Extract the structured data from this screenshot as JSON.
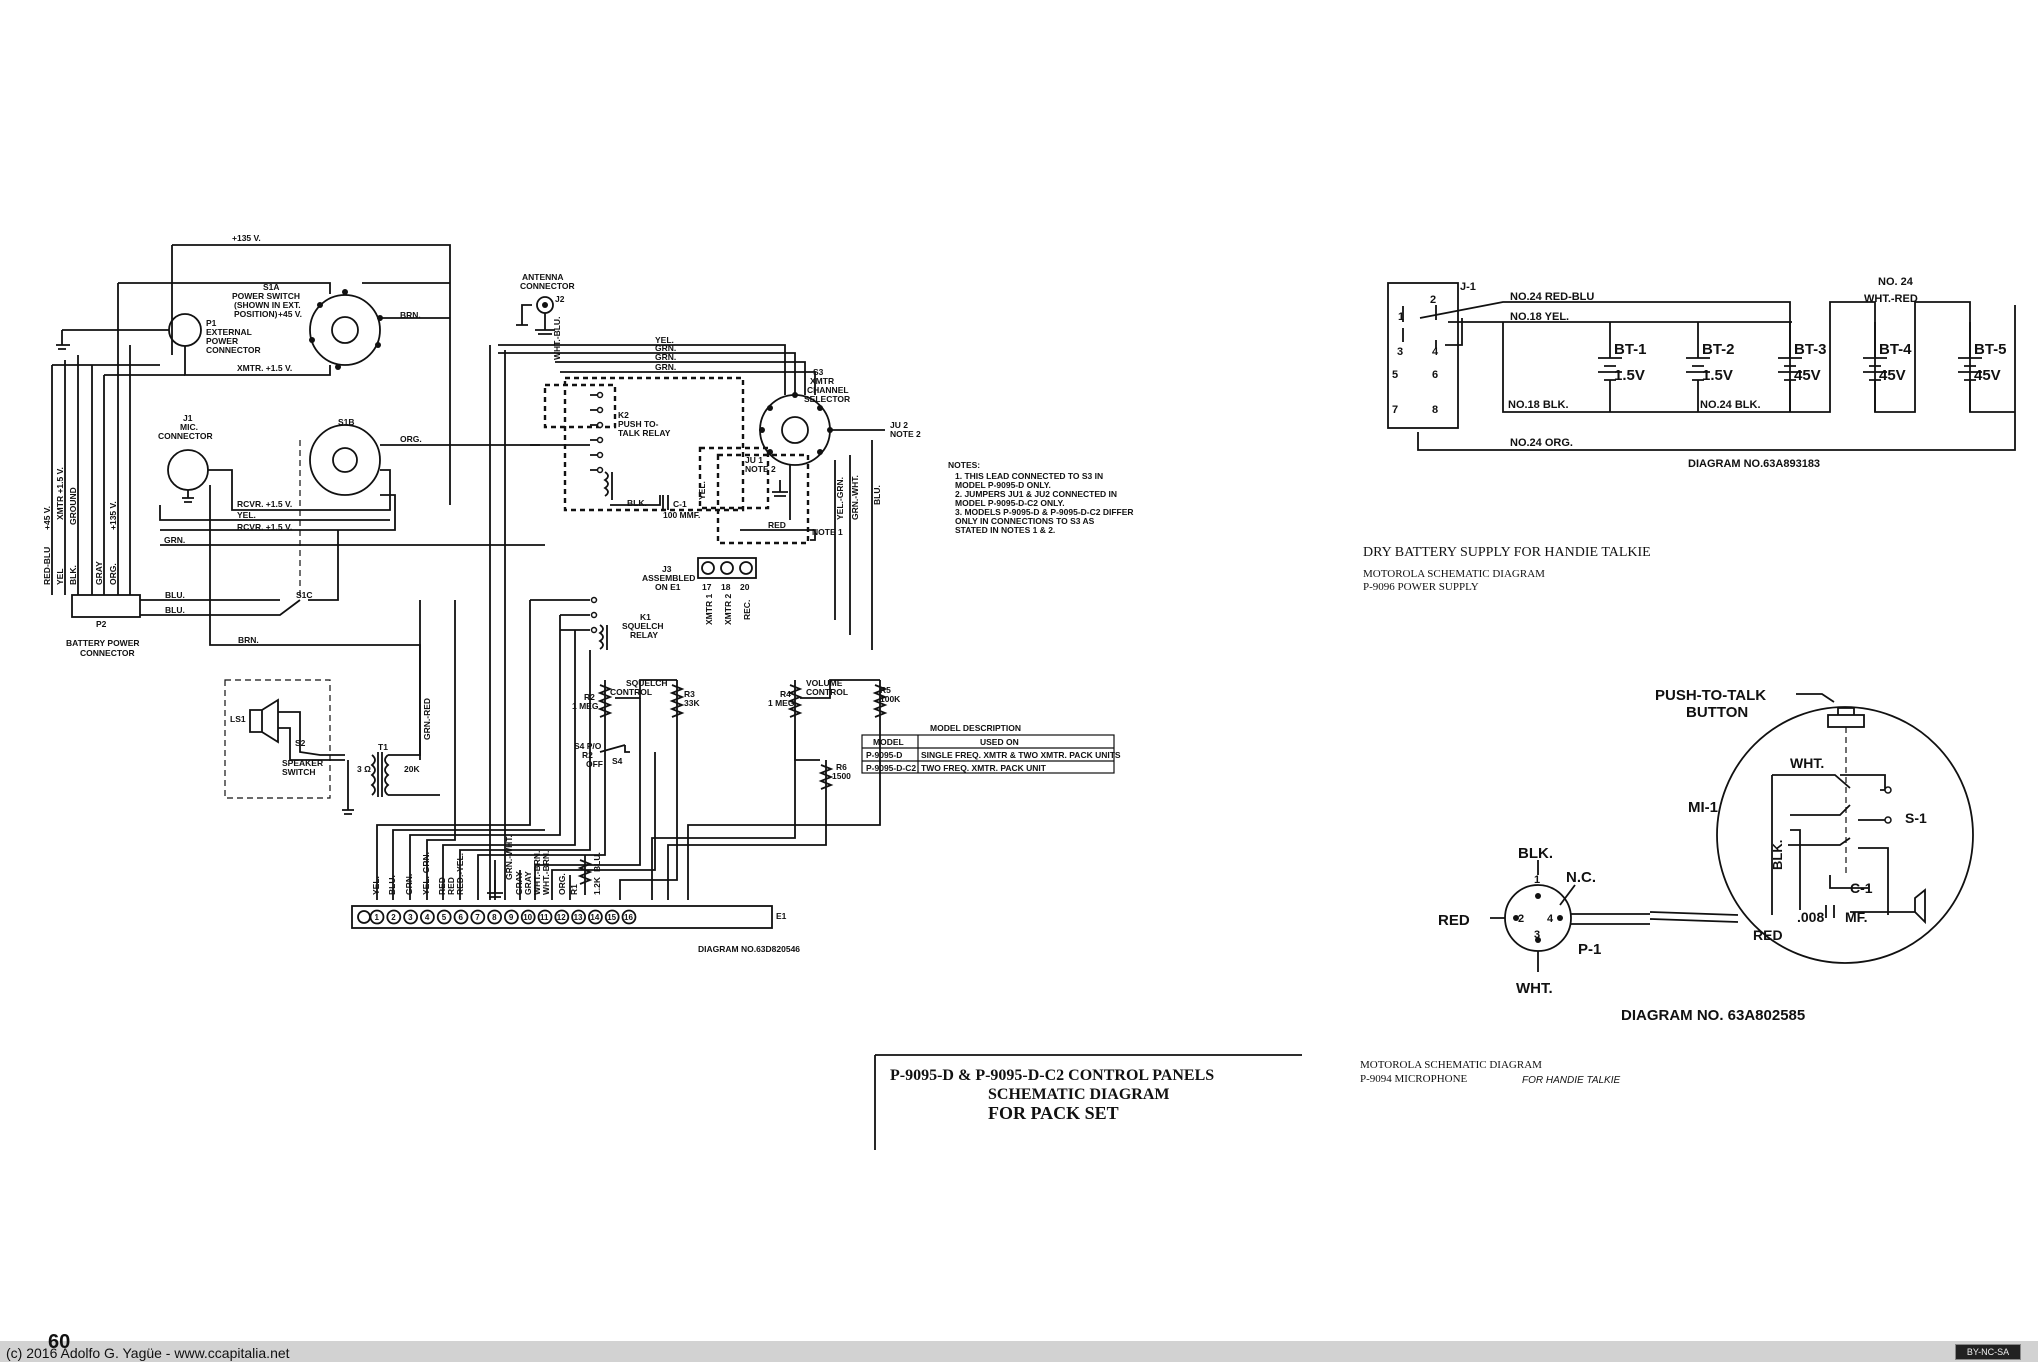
{
  "control_panel": {
    "title_line1": "P-9095-D & P-9095-D-C2 CONTROL PANELS",
    "title_line2": "SCHEMATIC DIAGRAM",
    "title_line3": "FOR PACK SET",
    "diagram_no": "DIAGRAM NO.63D820546",
    "labels": {
      "plus135": "+135 V.",
      "s1a_1": "S1A",
      "s1a_2": "POWER SWITCH",
      "s1a_3": "(SHOWN IN EXT.",
      "s1a_4": "POSITION)",
      "s1a_45": "+45 V.",
      "p1_1": "P1",
      "p1_2": "EXTERNAL",
      "p1_3": "POWER",
      "p1_4": "CONNECTOR",
      "xmtr15": "XMTR. +1.5 V.",
      "brn": "BRN.",
      "j1_1": "J1",
      "j1_2": "MIC.",
      "j1_3": "CONNECTOR",
      "s1b": "S1B",
      "org": "ORG.",
      "rcvr1": "RCVR. +1.5 V.",
      "yel": "YEL.",
      "rcvr2": "RCVR. +1.5 V.",
      "grn": "GRN.",
      "vert_redblu": "RED-BLU",
      "vert_45": "+45 V.",
      "vert_yel": "YEL",
      "vert_xmtr": "XMTR +1.5 V.",
      "vert_blk": "BLK.",
      "vert_ground": "GROUND",
      "vert_gray": "GRAY",
      "vert_org": "ORG.",
      "vert_135": "+135 V.",
      "blu1": "BLU.",
      "blu2": "BLU.",
      "s1c": "S1C",
      "p2_1": "P2",
      "p2_2": "BATTERY POWER",
      "p2_3": "CONNECTOR",
      "brn2": "BRN.",
      "ls1": "LS1",
      "s2": "S2",
      "speaker_1": "SPEAKER",
      "speaker_2": "SWITCH",
      "t1": "T1",
      "ohm3": "3 Ω",
      "k20": "20K",
      "grn_red": "GRN.-RED",
      "ant_1": "ANTENNA",
      "ant_2": "CONNECTOR",
      "j2": "J2",
      "wht_blu": "WHT.-BLU.",
      "yel2": "YEL.",
      "grn2": "GRN.",
      "grn3": "GRN.",
      "grn4": "GRN.",
      "k2_1": "K2",
      "k2_2": "PUSH TO-",
      "k2_3": "TALK RELAY",
      "blk2": "BLK.",
      "c1": "C-1",
      "c1v": "100 MMF.",
      "s3_1": "S3",
      "s3_2": "XMTR",
      "s3_3": "CHANNEL",
      "s3_4": "SELECTOR",
      "ju2_1": "JU 2",
      "ju2_2": "NOTE 2",
      "ju1_1": "JU 1",
      "ju1_2": "NOTE 2",
      "yel3": "YEL.",
      "yel_grn": "YEL.-GRN.",
      "grn_wht": "GRN.-WHT.",
      "blu3": "BLU.",
      "red": "RED",
      "note1": "NOTE 1",
      "j3_1": "J3",
      "j3_2": "ASSEMBLED",
      "j3_3": "ON E1",
      "pin17": "17",
      "pin18": "18",
      "pin20": "20",
      "xmtr1": "XMTR 1",
      "xmtr2": "XMTR 2",
      "rec": "REC.",
      "k1_1": "K1",
      "k1_2": "SQUELCH",
      "k1_3": "RELAY",
      "sq_1": "SQUELCH",
      "sq_2": "CONTROL",
      "r2": "R2",
      "r2v": "1 MEG",
      "r3": "R3",
      "r3v": "33K",
      "s4po": "S4 P/O",
      "s4": "S4",
      "r2off": "R2",
      "off": "OFF",
      "vol_1": "VOLUME",
      "vol_2": "CONTROL",
      "r4": "R4",
      "r4v": "1 MEG",
      "r5": "R5",
      "r5v": "100K",
      "r6": "R6",
      "r6v": "1500",
      "e1": "E1",
      "r1": "R1",
      "r1v": "1.2K",
      "blu4": "BLU.",
      "t_yel": "YEL.",
      "t_blu": "BLU.",
      "t_grn": "GRN.",
      "t_yelgrn": "YEL.-GRN.",
      "t_red": "RED",
      "t_red2": "RED",
      "t_redyel": "RED.-YEL.",
      "t_grnwht": "GRN.-WHT.",
      "t_gray": "GRAY",
      "t_gray2": "GRAY",
      "t_whtbrn": "WHT.-BRN.",
      "t_whtbrn2": "WHT.-BRN.",
      "t_org": "ORG."
    },
    "terminals": [
      "1",
      "2",
      "3",
      "4",
      "5",
      "6",
      "7",
      "8",
      "9",
      "10",
      "11",
      "12",
      "13",
      "14",
      "15",
      "16"
    ],
    "notes_title": "NOTES:",
    "notes": [
      "1.   THIS LEAD CONNECTED TO S3 IN",
      "      MODEL P-9095-D ONLY.",
      "2.   JUMPERS JU1 & JU2 CONNECTED IN",
      "      MODEL P-9095-D-C2 ONLY.",
      "3.   MODELS P-9095-D & P-9095-D-C2 DIFFER",
      "      ONLY IN CONNECTIONS TO S3 AS",
      "      STATED IN NOTES 1 & 2."
    ],
    "model_table": {
      "title": "MODEL DESCRIPTION",
      "headers": [
        "MODEL",
        "USED ON"
      ],
      "rows": [
        [
          "P-9095-D",
          "SINGLE FREQ. XMTR & TWO XMTR. PACK UNITS"
        ],
        [
          "P-9095-D-C2",
          "TWO FREQ. XMTR. PACK UNIT"
        ]
      ]
    }
  },
  "battery_supply": {
    "j1": "J-1",
    "pins": [
      "1",
      "2",
      "3",
      "4",
      "5",
      "6",
      "7",
      "8"
    ],
    "wires": {
      "red_blu": "NO.24 RED-BLU",
      "yel": "NO.18 YEL.",
      "blk": "NO.18 BLK.",
      "blk24": "NO.24 BLK.",
      "org": "NO.24 ORG.",
      "wht_red_1": "NO. 24",
      "wht_red_2": "WHT.-RED"
    },
    "batteries": [
      {
        "name": "BT-1",
        "voltage": "1.5V"
      },
      {
        "name": "BT-2",
        "voltage": "1.5V"
      },
      {
        "name": "BT-3",
        "voltage": "45V"
      },
      {
        "name": "BT-4",
        "voltage": "45V"
      },
      {
        "name": "BT-5",
        "voltage": "45V"
      }
    ],
    "diagram_no": "DIAGRAM NO.63A893183",
    "title": "DRY BATTERY SUPPLY FOR HANDIE TALKIE",
    "subtitle1": "MOTOROLA SCHEMATIC DIAGRAM",
    "subtitle2": "P-9096 POWER SUPPLY"
  },
  "microphone": {
    "ptt_1": "PUSH-TO-TALK",
    "ptt_2": "BUTTON",
    "wht": "WHT.",
    "mi1": "MI-1",
    "s1": "S-1",
    "blk": "BLK.",
    "c1": "C-1",
    "c1v": ".008",
    "mf": "MF.",
    "red_inner": "RED",
    "plug_blk": "BLK.",
    "plug_nc": "N.C.",
    "plug_red": "RED",
    "plug_wht": "WHT.",
    "p1": "P-1",
    "pin1": "1",
    "pin2": "2",
    "pin3": "3",
    "pin4": "4",
    "diagram_no": "DIAGRAM NO. 63A802585",
    "caption1": "MOTOROLA SCHEMATIC DIAGRAM",
    "caption2": "P-9094 MICROPHONE",
    "handwritten": "FOR HANDIE TALKIE"
  },
  "footer": {
    "page_number": "60",
    "copyright": "(c) 2016 Adolfo G. Yagüe - www.ccapitalia.net",
    "license": "BY-NC-SA"
  }
}
